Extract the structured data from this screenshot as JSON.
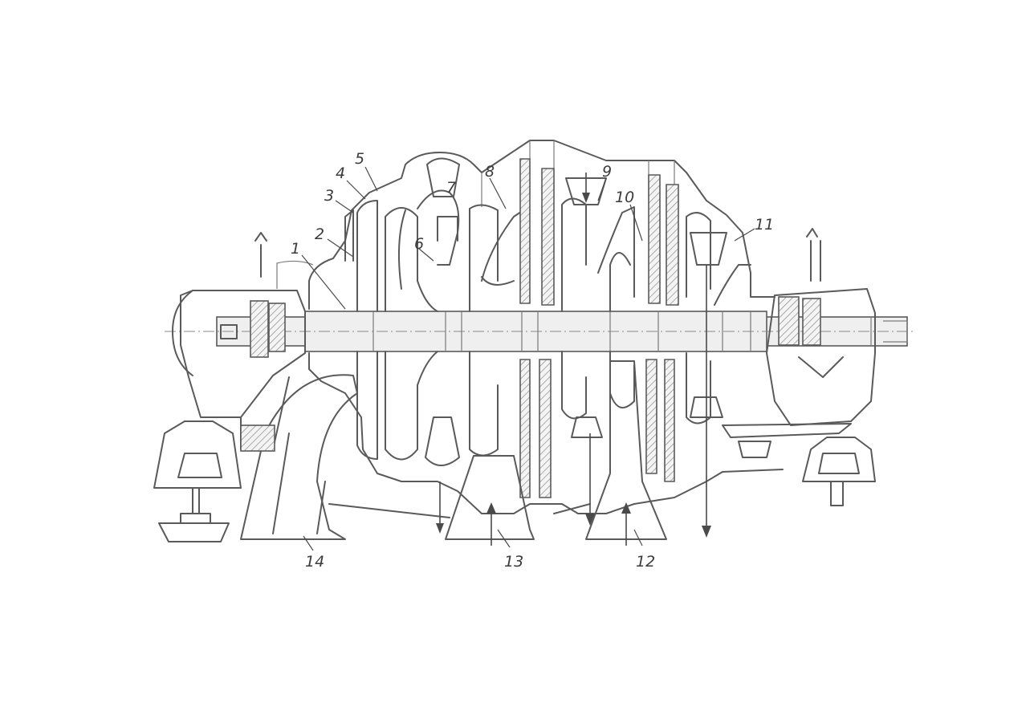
{
  "labels": [
    {
      "id": "1",
      "text": "1"
    },
    {
      "id": "2",
      "text": "2"
    },
    {
      "id": "3",
      "text": "3"
    },
    {
      "id": "4",
      "text": "4"
    },
    {
      "id": "5",
      "text": "5"
    },
    {
      "id": "6",
      "text": "6"
    },
    {
      "id": "7",
      "text": "7"
    },
    {
      "id": "8",
      "text": "8"
    },
    {
      "id": "9",
      "text": "9"
    },
    {
      "id": "10",
      "text": "10"
    },
    {
      "id": "11",
      "text": "11"
    },
    {
      "id": "12",
      "text": "12"
    },
    {
      "id": "13",
      "text": "13"
    },
    {
      "id": "14",
      "text": "14"
    }
  ],
  "colors": {
    "ink": "#5a5a5a",
    "paper": "#ffffff"
  }
}
